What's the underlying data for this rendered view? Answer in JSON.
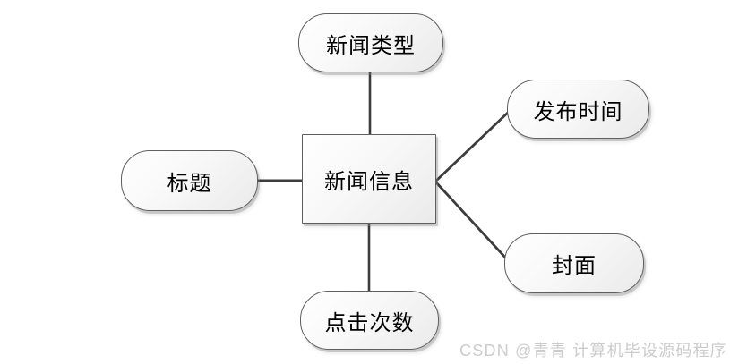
{
  "diagram": {
    "type": "er-attribute-diagram",
    "entity": {
      "label": "新闻信息"
    },
    "attributes": [
      {
        "id": "news-type",
        "label": "新闻类型",
        "position": "top"
      },
      {
        "id": "publish-time",
        "label": "发布时间",
        "position": "top-right"
      },
      {
        "id": "title",
        "label": "标题",
        "position": "left"
      },
      {
        "id": "cover",
        "label": "封面",
        "position": "bottom-right"
      },
      {
        "id": "click-count",
        "label": "点击次数",
        "position": "bottom"
      }
    ],
    "connections": [
      {
        "from": "新闻信息",
        "to": "新闻类型"
      },
      {
        "from": "新闻信息",
        "to": "发布时间"
      },
      {
        "from": "新闻信息",
        "to": "标题"
      },
      {
        "from": "新闻信息",
        "to": "封面"
      },
      {
        "from": "新闻信息",
        "to": "点击次数"
      }
    ],
    "colors": {
      "node_border": "#5f5f5f",
      "node_fill_start": "#ffffff",
      "node_fill_end": "#eaeaea",
      "connector": "#3d3d3d",
      "text": "#000000",
      "background": "#ffffff"
    }
  },
  "watermark": {
    "text": "CSDN @青青  计算机毕设源码程序",
    "color": "#cccccc"
  }
}
